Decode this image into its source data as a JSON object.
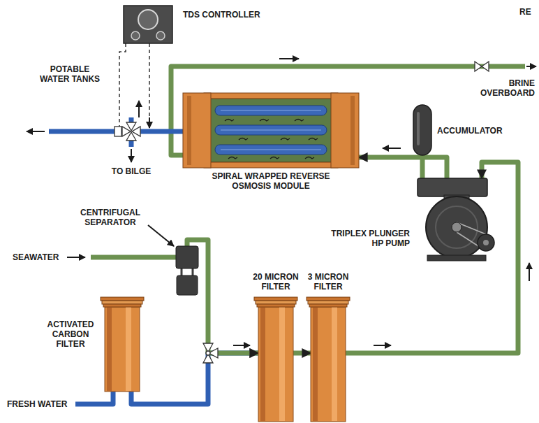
{
  "diagram": {
    "nodes": [
      {
        "text": [
          "TDS CONTROLLER"
        ]
      },
      {
        "text": [
          "SPIRAL WRAPPED REVERSE OSMOSIS MODULE"
        ]
      },
      {
        "text": [
          "ACCUMULATOR"
        ]
      },
      {
        "text": [
          "TRIPLEX PLUNGER HP PUMP"
        ]
      },
      {
        "text": [
          "CENTRIFUGAL SEPARATOR"
        ]
      },
      {
        "text": [
          "20 MICRON FILTER"
        ]
      },
      {
        "text": [
          "3 MICRON FILTER"
        ]
      },
      {
        "text": [
          "ACTIVATED CARBON FILTER"
        ]
      }
    ],
    "edges": [
      {
        "from": 7,
        "to": 5,
        "arrow": "to"
      },
      {
        "from": 4,
        "to": 5,
        "arrow": "to"
      },
      {
        "from": 5,
        "to": 6,
        "arrow": "to"
      },
      {
        "from": 6,
        "to": 3,
        "arrow": "to"
      },
      {
        "from": 3,
        "to": 1,
        "arrow": "to"
      },
      {
        "from": 2,
        "to": 3,
        "arrow": "none"
      }
    ],
    "labels": [
      "RE",
      "POTABLE WATER TANKS",
      "TO BILGE",
      "BRINE OVERBOARD",
      "SEAWATER",
      "FRESH WATER"
    ]
  }
}
